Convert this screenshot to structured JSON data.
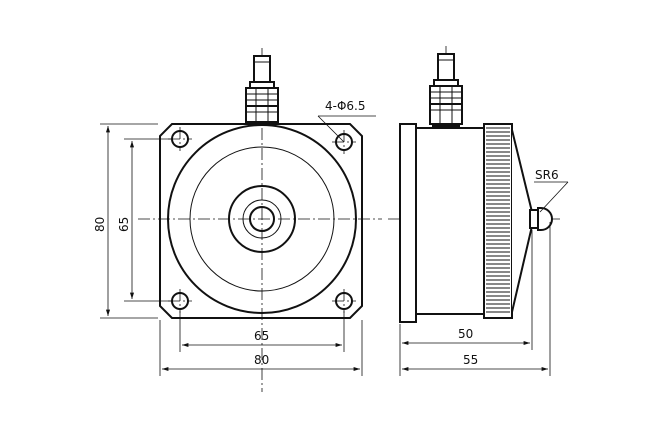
{
  "front_view": {
    "dim_width_outer": "80",
    "dim_width_holes": "65",
    "dim_height_outer": "80",
    "dim_height_holes": "65",
    "hole_callout": "4-Φ6.5"
  },
  "side_view": {
    "dim_length_body": "50",
    "dim_length_total": "55",
    "radius_callout": "SR6"
  },
  "colors": {
    "line": "#111111",
    "background": "#ffffff"
  }
}
